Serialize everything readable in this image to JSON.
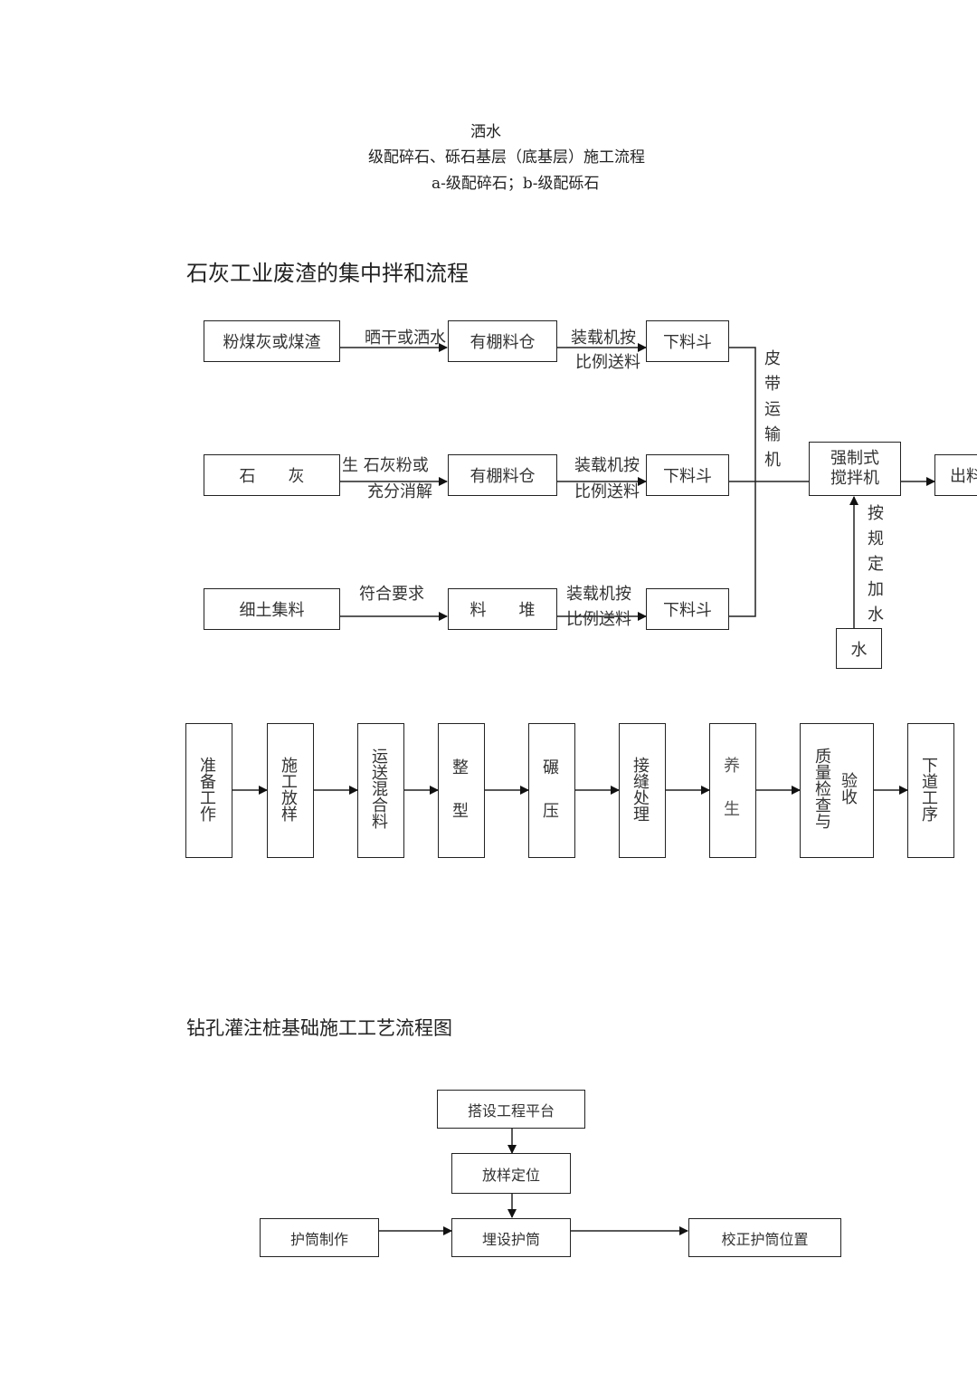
{
  "header": {
    "line1": "洒水",
    "line2": "级配碎石、砾石基层（底基层）施工流程",
    "line3": "a-级配碎石；b-级配砾石"
  },
  "section1": {
    "title": "石灰工业废渣的集中拌和流程",
    "rows": [
      {
        "source": "粉煤灰或煤渣",
        "edge1_label_top": "晒干或洒水",
        "edge1_label_bottom": "",
        "store": "有棚料仓",
        "edge2_label_top": "装载机按",
        "edge2_label_bottom": "比例送料",
        "hopper": "下料斗"
      },
      {
        "source": "石　　灰",
        "edge1_label_top": "生  石灰粉或",
        "edge1_label_bottom": "充分消解",
        "store": "有棚料仓",
        "edge2_label_top": "装载机按",
        "edge2_label_bottom": "比例送料",
        "hopper": "下料斗"
      },
      {
        "source": "细土集料",
        "edge1_label_top": "符合要求",
        "edge1_label_bottom": "",
        "store": "料　　堆",
        "edge2_label_top": "装载机按",
        "edge2_label_bottom": "比例送料",
        "hopper": "下料斗"
      }
    ],
    "conveyor_label": "皮带运输机",
    "mixer_line1": "强制式",
    "mixer_line2": "搅拌机",
    "output": "出料",
    "water_label": "按规定加水",
    "water_box": "水"
  },
  "section2": {
    "steps": [
      {
        "text": "准备工作"
      },
      {
        "text": "施工放样"
      },
      {
        "text": "运送混合料"
      },
      {
        "text": "整　型"
      },
      {
        "text": "碾　压"
      },
      {
        "text": "接缝处理"
      },
      {
        "text": "养　生"
      },
      {
        "text": "质量检查与",
        "text2": "验收"
      },
      {
        "text": "下道工序"
      }
    ]
  },
  "section3": {
    "title": "钻孔灌注桩基础施工工艺流程图",
    "nodes": {
      "platform": "搭设工程平台",
      "layout": "放样定位",
      "casing_make": "护筒制作",
      "casing_bury": "埋设护筒",
      "casing_correct": "校正护筒位置"
    }
  }
}
